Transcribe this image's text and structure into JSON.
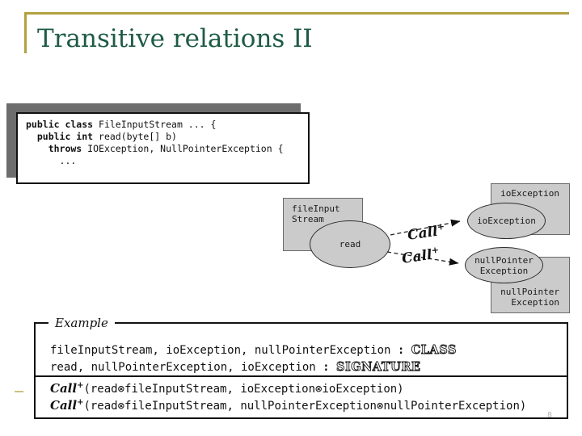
{
  "title": "Transitive relations II",
  "code": {
    "line1": {
      "kw": "public class",
      "rest": " FileInputStream ... {"
    },
    "line2": {
      "kw": "  public int",
      "rest": " read(byte[] b)"
    },
    "line3": {
      "kw": "    throws",
      "rest": " IOException, NullPointerException {"
    },
    "line4": {
      "rest": "      ..."
    }
  },
  "diagram": {
    "file_input_rect": {
      "line1": "fileInput",
      "line2": "Stream"
    },
    "read_label": "read",
    "io_rect_label": "ioException",
    "io_ellipse_label": "ioException",
    "np_rect": {
      "line1": "nullPointer",
      "line2": "Exception"
    },
    "np_ellipse": {
      "line1": "nullPointer",
      "line2": "Exception"
    },
    "call_top": {
      "base": "Call",
      "sup": "+"
    },
    "call_bottom": {
      "base": "Call",
      "sup": "+"
    }
  },
  "example": {
    "legend": "Example",
    "line1": {
      "main": "fileInputStream, ioException, nullPointerException",
      "sep": " : ",
      "tag": "CLASS"
    },
    "line2": {
      "main": "read, nullPointerException, ioException",
      "sep": " : ",
      "tag": "SIGNATURE"
    },
    "line3": {
      "call": "Call",
      "sup": "+",
      "rest": "(read⊗fileInputStream, ioException⊗ioException)"
    },
    "line4": {
      "call": "Call",
      "sup": "+",
      "rest": "(read⊗fileInputStream, nullPointerException⊗nullPointerException)"
    }
  },
  "page_fragment": "8",
  "colors": {
    "accent_gold": "#b1a140",
    "title_green": "#1e5b44",
    "node_fill": "#cbcbcb"
  }
}
